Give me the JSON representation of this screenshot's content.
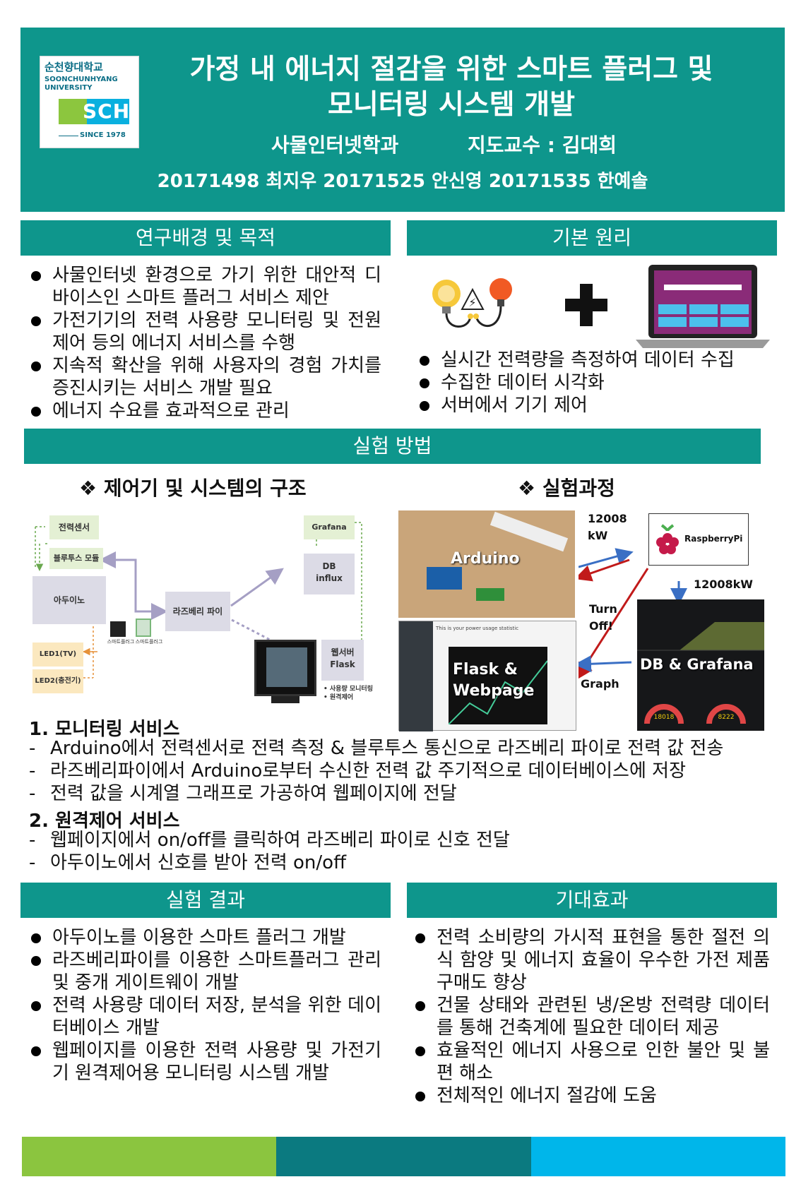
{
  "header": {
    "logo": {
      "ko": "순천향대학교",
      "en_line1": "SOONCHUNHYANG",
      "en_line2": "UNIVERSITY",
      "mark": "SCH",
      "since": "SINCE 1978"
    },
    "title_line1": "가정 내 에너지 절감을 위한 스마트 플러그 및",
    "title_line2": "모니터링 시스템 개발",
    "department": "사물인터넷학과",
    "advisor": "지도교수 :  김대희",
    "members": "20171498 최지우 20171525 안신영 20171535 한예솔"
  },
  "sections": {
    "background": {
      "title": "연구배경 및 목적",
      "items": [
        "사물인터넷 환경으로 가기 위한 대안적 디바이스인 스마트 플러그 서비스 제안",
        "가전기기의 전력 사용량 모니터링 및 전원 제어 등의 에너지 서비스를 수행",
        "지속적 확산을 위해 사용자의 경험 가치를 증진시키는 서비스 개발 필요",
        "에너지 수요를 효과적으로 관리"
      ]
    },
    "principle": {
      "title": "기본 원리",
      "items": [
        "실시간 전력량을 측정하여 데이터 수집",
        "수집한 데이터 시각화",
        "서버에서 기기 제어"
      ]
    },
    "method": {
      "title": "실험 방법",
      "structure_title": "❖ 제어기 및 시스템의 구조",
      "process_title": "❖ 실험과정",
      "diagram": {
        "power_sensor": "전력센서",
        "bluetooth": "블루투스 모듈",
        "arduino": "아두이노",
        "raspberry": "라즈베리 파이",
        "grafana": "Grafana",
        "db": "DB",
        "influx": "influx",
        "webserver": "웹서버",
        "flask": "Flask",
        "led1": "LED1(TV)",
        "led2": "LED2(충전기)",
        "plug1": "스마트플러그",
        "plug2": "스마트플러그",
        "web_note1": "•  사용량 모니터링",
        "web_note2": "•  원격제어"
      },
      "process": {
        "arduino": "Arduino",
        "raspberry": "RaspberryPi",
        "value1": "12008",
        "value1_unit": "kW",
        "value2": "12008kW",
        "turn_off_1": "Turn",
        "turn_off_2": "Off!",
        "graph": "Graph",
        "flask_1": "Flask &",
        "flask_2": "Webpage",
        "db_grafana": "DB & Grafana",
        "gauge1": "18018",
        "gauge2": "8222",
        "web_heading": "This is your power usage statistic"
      },
      "monitoring_title": "1. 모니터링 서비스",
      "monitoring_items": [
        "Arduino에서 전력센서로 전력 측정 & 블루투스 통신으로 라즈베리 파이로 전력 값 전송",
        "라즈베리파이에서 Arduino로부터 수신한 전력 값 주기적으로 데이터베이스에 저장",
        "전력 값을 시계열 그래프로 가공하여 웹페이지에 전달"
      ],
      "remote_title": "2. 원격제어 서비스",
      "remote_items": [
        "웹페이지에서 on/off를 클릭하여 라즈베리 파이로 신호 전달",
        "아두이노에서 신호를 받아 전력 on/off"
      ]
    },
    "results": {
      "title": "실험 결과",
      "items": [
        "아두이노를 이용한 스마트 플러그 개발",
        "라즈베리파이를 이용한 스마트플러그 관리 및 중개 게이트웨이 개발",
        "전력 사용량 데이터 저장, 분석을 위한 데이터베이스 개발",
        "웹페이지를 이용한 전력 사용량 및 가전기기 원격제어용 모니터링 시스템 개발"
      ]
    },
    "effects": {
      "title": "기대효과",
      "items": [
        "전력 소비량의 가시적 표현을 통한 절전 의식 함양 및 에너지 효율이 우수한 가전 제품 구매도 향상",
        "건물 상태와 관련된 냉/온방 전력량 데이터를 통해 건축계에 필요한 데이터 제공",
        "효율적인 에너지 사용으로 인한 불안 및 불편 해소",
        "전체적인 에너지 절감에 도움"
      ]
    }
  },
  "colors": {
    "teal": "#0e968c",
    "footer_green": "#8bc53f",
    "footer_teal": "#0b7a80",
    "footer_blue": "#00b6ea"
  }
}
